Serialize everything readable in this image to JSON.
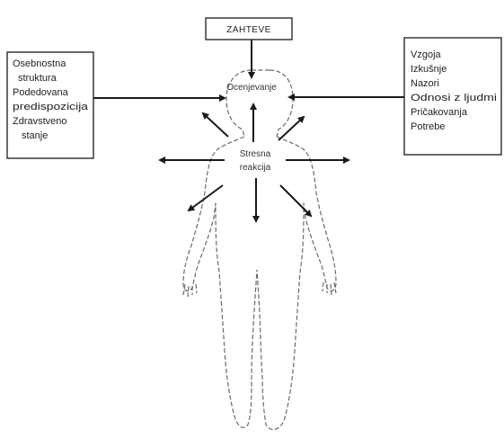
{
  "top_box": {
    "label": "ZAHTEVE"
  },
  "left_box": {
    "lines": [
      "Osebnostna",
      "struktura",
      "Podedovana",
      "predispozicija",
      "Zdravstveno",
      "stanje"
    ]
  },
  "right_box": {
    "lines": [
      "Vzgoja",
      "Izkušnje",
      "Nazori",
      "Odnosi z ljudmi",
      "Pričakovanja",
      "Potrebe"
    ]
  },
  "head_label": "Ocenjevanje",
  "body_label": {
    "line1": "Stresna",
    "line2": "reakcija"
  },
  "colors": {
    "stroke": "#1a1a1a",
    "outline": "#6a6a6a",
    "background": "#ffffff"
  }
}
